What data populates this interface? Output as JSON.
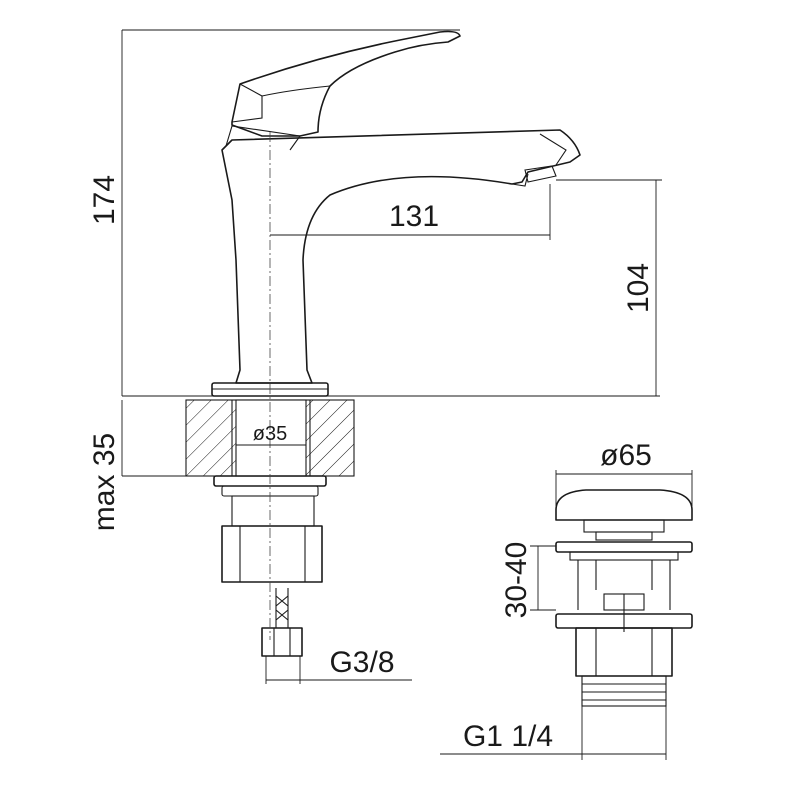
{
  "dimensions": {
    "overall_height": "174",
    "spout_reach": "131",
    "spout_height": "104",
    "max_deck_thickness": "max 35",
    "hole_diameter": "ø35",
    "hose_thread": "G3/8",
    "waste_cap_diameter": "ø65",
    "waste_deck_range": "30-40",
    "waste_thread": "G1 1/4"
  }
}
